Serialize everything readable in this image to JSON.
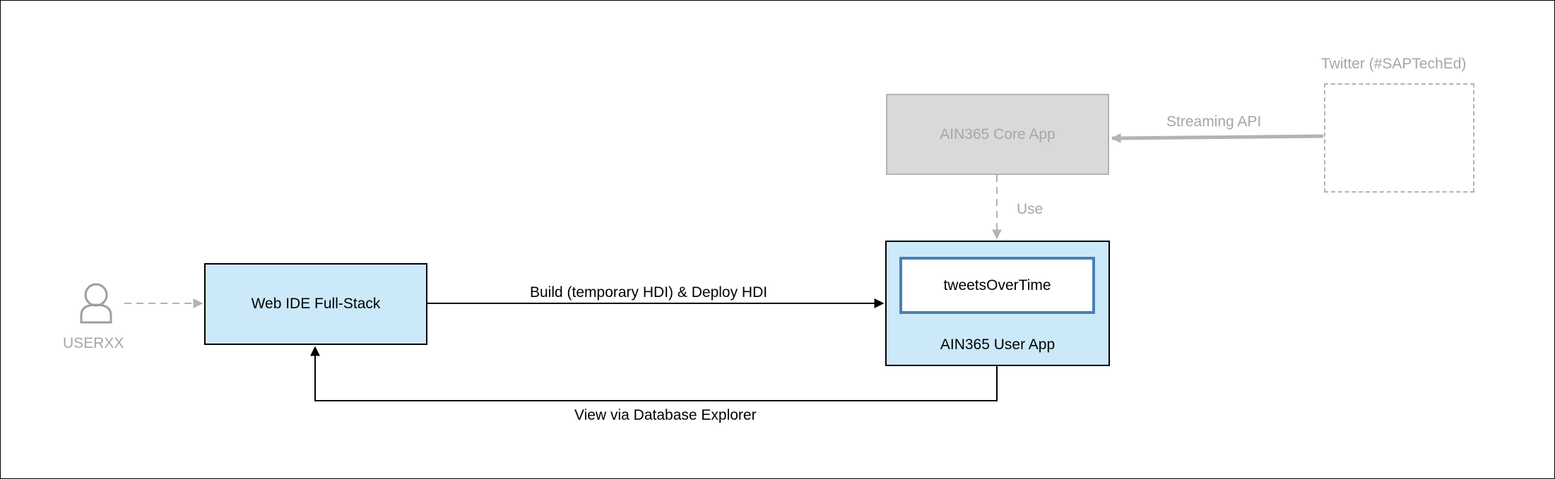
{
  "nodes": {
    "core_app": "AIN365 Core App",
    "web_ide": "Web IDE Full-Stack",
    "user_app": "AIN365 User App",
    "tweets": "tweetsOverTime",
    "twitter": "Twitter (#SAPTechEd)",
    "user": "USERXX"
  },
  "edges": {
    "streaming": "Streaming API",
    "use": "Use",
    "build_deploy": "Build (temporary HDI) & Deploy HDI",
    "view": "View via Database Explorer"
  },
  "icons": {
    "user": "user-icon",
    "twitter": "twitter-bird-icon"
  },
  "colors": {
    "app_fill": "#cce9fa",
    "core_fill": "#d9d9d9",
    "muted": "#a6a6a6",
    "tweets_border": "#4a7fb5",
    "twitter_bird": "#b0bec5"
  }
}
